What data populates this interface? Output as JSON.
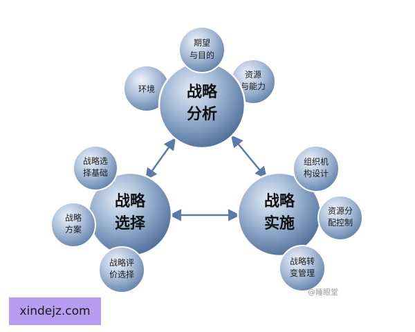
{
  "main_nodes": [
    {
      "id": "analysis",
      "lines": [
        "战略",
        "分析"
      ]
    },
    {
      "id": "choice",
      "lines": [
        "战略",
        "选择"
      ]
    },
    {
      "id": "implementation",
      "lines": [
        "战略",
        "实施"
      ]
    }
  ],
  "sub_nodes": [
    {
      "id": "expectations",
      "parent": "analysis",
      "lines": [
        "期望",
        "与目的"
      ]
    },
    {
      "id": "environment",
      "parent": "analysis",
      "lines": [
        "环境"
      ]
    },
    {
      "id": "resources-capabilities",
      "parent": "analysis",
      "lines": [
        "资源",
        "与能力"
      ]
    },
    {
      "id": "choice-basis",
      "parent": "choice",
      "lines": [
        "战略选",
        "择基础"
      ]
    },
    {
      "id": "strategic-options",
      "parent": "choice",
      "lines": [
        "战略",
        "方案"
      ]
    },
    {
      "id": "evaluation",
      "parent": "choice",
      "lines": [
        "战略评",
        "价选择"
      ]
    },
    {
      "id": "org-design",
      "parent": "implementation",
      "lines": [
        "组织机",
        "构设计"
      ]
    },
    {
      "id": "resource-allocation",
      "parent": "implementation",
      "lines": [
        "资源分",
        "配控制"
      ]
    },
    {
      "id": "change-management",
      "parent": "implementation",
      "lines": [
        "战略转",
        "变管理"
      ]
    }
  ],
  "connections": [
    {
      "from": "analysis",
      "to": "choice"
    },
    {
      "from": "analysis",
      "to": "implementation"
    },
    {
      "from": "choice",
      "to": "implementation"
    }
  ],
  "watermark": "@睡眼堂",
  "site_badge": "xindejz.com",
  "colors": {
    "circle_light": "#dbe6f3",
    "circle_mid": "#8fa7c7",
    "circle_dark": "#4a6a95",
    "arrow": "#5a7aa8",
    "badge_bg": "#b79cf0"
  }
}
